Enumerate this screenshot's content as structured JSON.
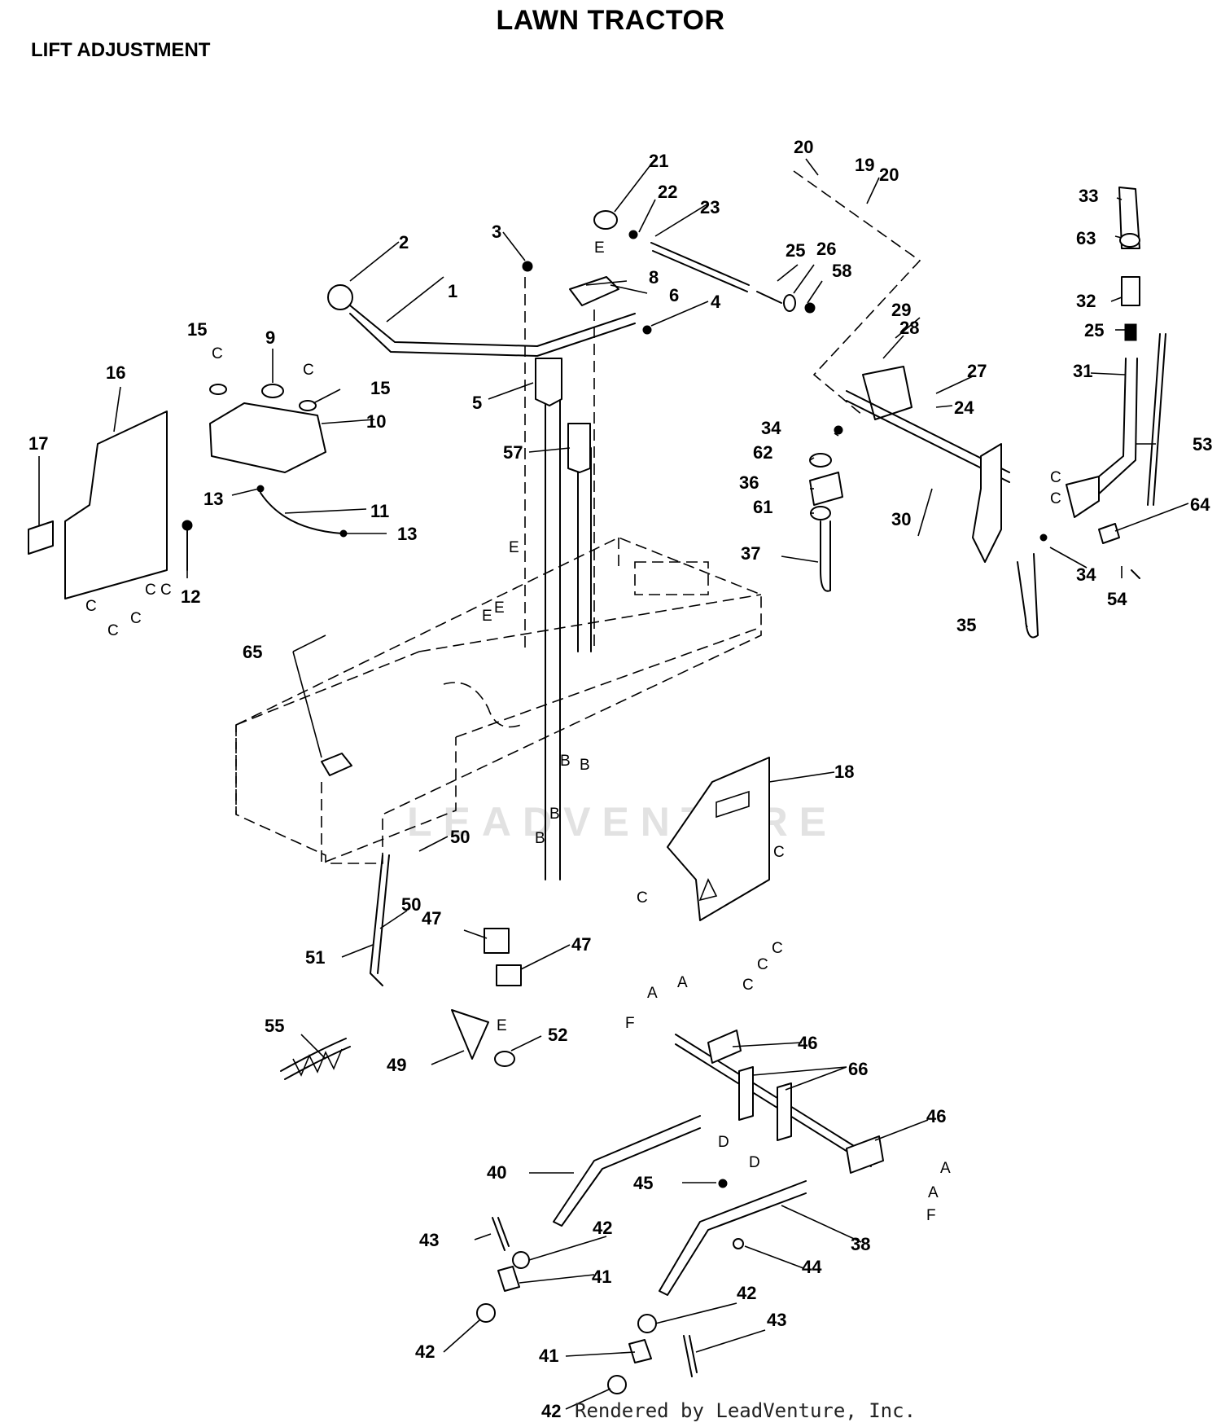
{
  "title": "LAWN TRACTOR",
  "subtitle": "LIFT ADJUSTMENT",
  "footer": "Rendered by LeadVenture, Inc.",
  "watermark": "LEADVENTURE",
  "callouts": {
    "c1": "1",
    "c2": "2",
    "c3": "3",
    "c4": "4",
    "c5": "5",
    "c6": "6",
    "c8": "8",
    "c9": "9",
    "c10": "10",
    "c11": "11",
    "c12": "12",
    "c13a": "13",
    "c13b": "13",
    "c15a": "15",
    "c15b": "15",
    "c16": "16",
    "c17": "17",
    "c18": "18",
    "c19": "19",
    "c20a": "20",
    "c20b": "20",
    "c21": "21",
    "c22": "22",
    "c23": "23",
    "c24": "24",
    "c25a": "25",
    "c25b": "25",
    "c26": "26",
    "c27": "27",
    "c28": "28",
    "c29": "29",
    "c30": "30",
    "c31": "31",
    "c32": "32",
    "c33": "33",
    "c34a": "34",
    "c34b": "34",
    "c35": "35",
    "c36": "36",
    "c37": "37",
    "c38": "38",
    "c40": "40",
    "c41a": "41",
    "c41b": "41",
    "c42a": "42",
    "c42b": "42",
    "c42c": "42",
    "c42d": "42",
    "c43a": "43",
    "c43b": "43",
    "c44": "44",
    "c45": "45",
    "c46a": "46",
    "c46b": "46",
    "c47a": "47",
    "c47b": "47",
    "c49": "49",
    "c50a": "50",
    "c50b": "50",
    "c51": "51",
    "c52": "52",
    "c53": "53",
    "c54": "54",
    "c55": "55",
    "c57": "57",
    "c58": "58",
    "c61": "61",
    "c62": "62",
    "c63": "63",
    "c64": "64",
    "c65": "65",
    "c66": "66"
  },
  "refs": {
    "A": "A",
    "B": "B",
    "C": "C",
    "D": "D",
    "E": "E",
    "F": "F"
  }
}
